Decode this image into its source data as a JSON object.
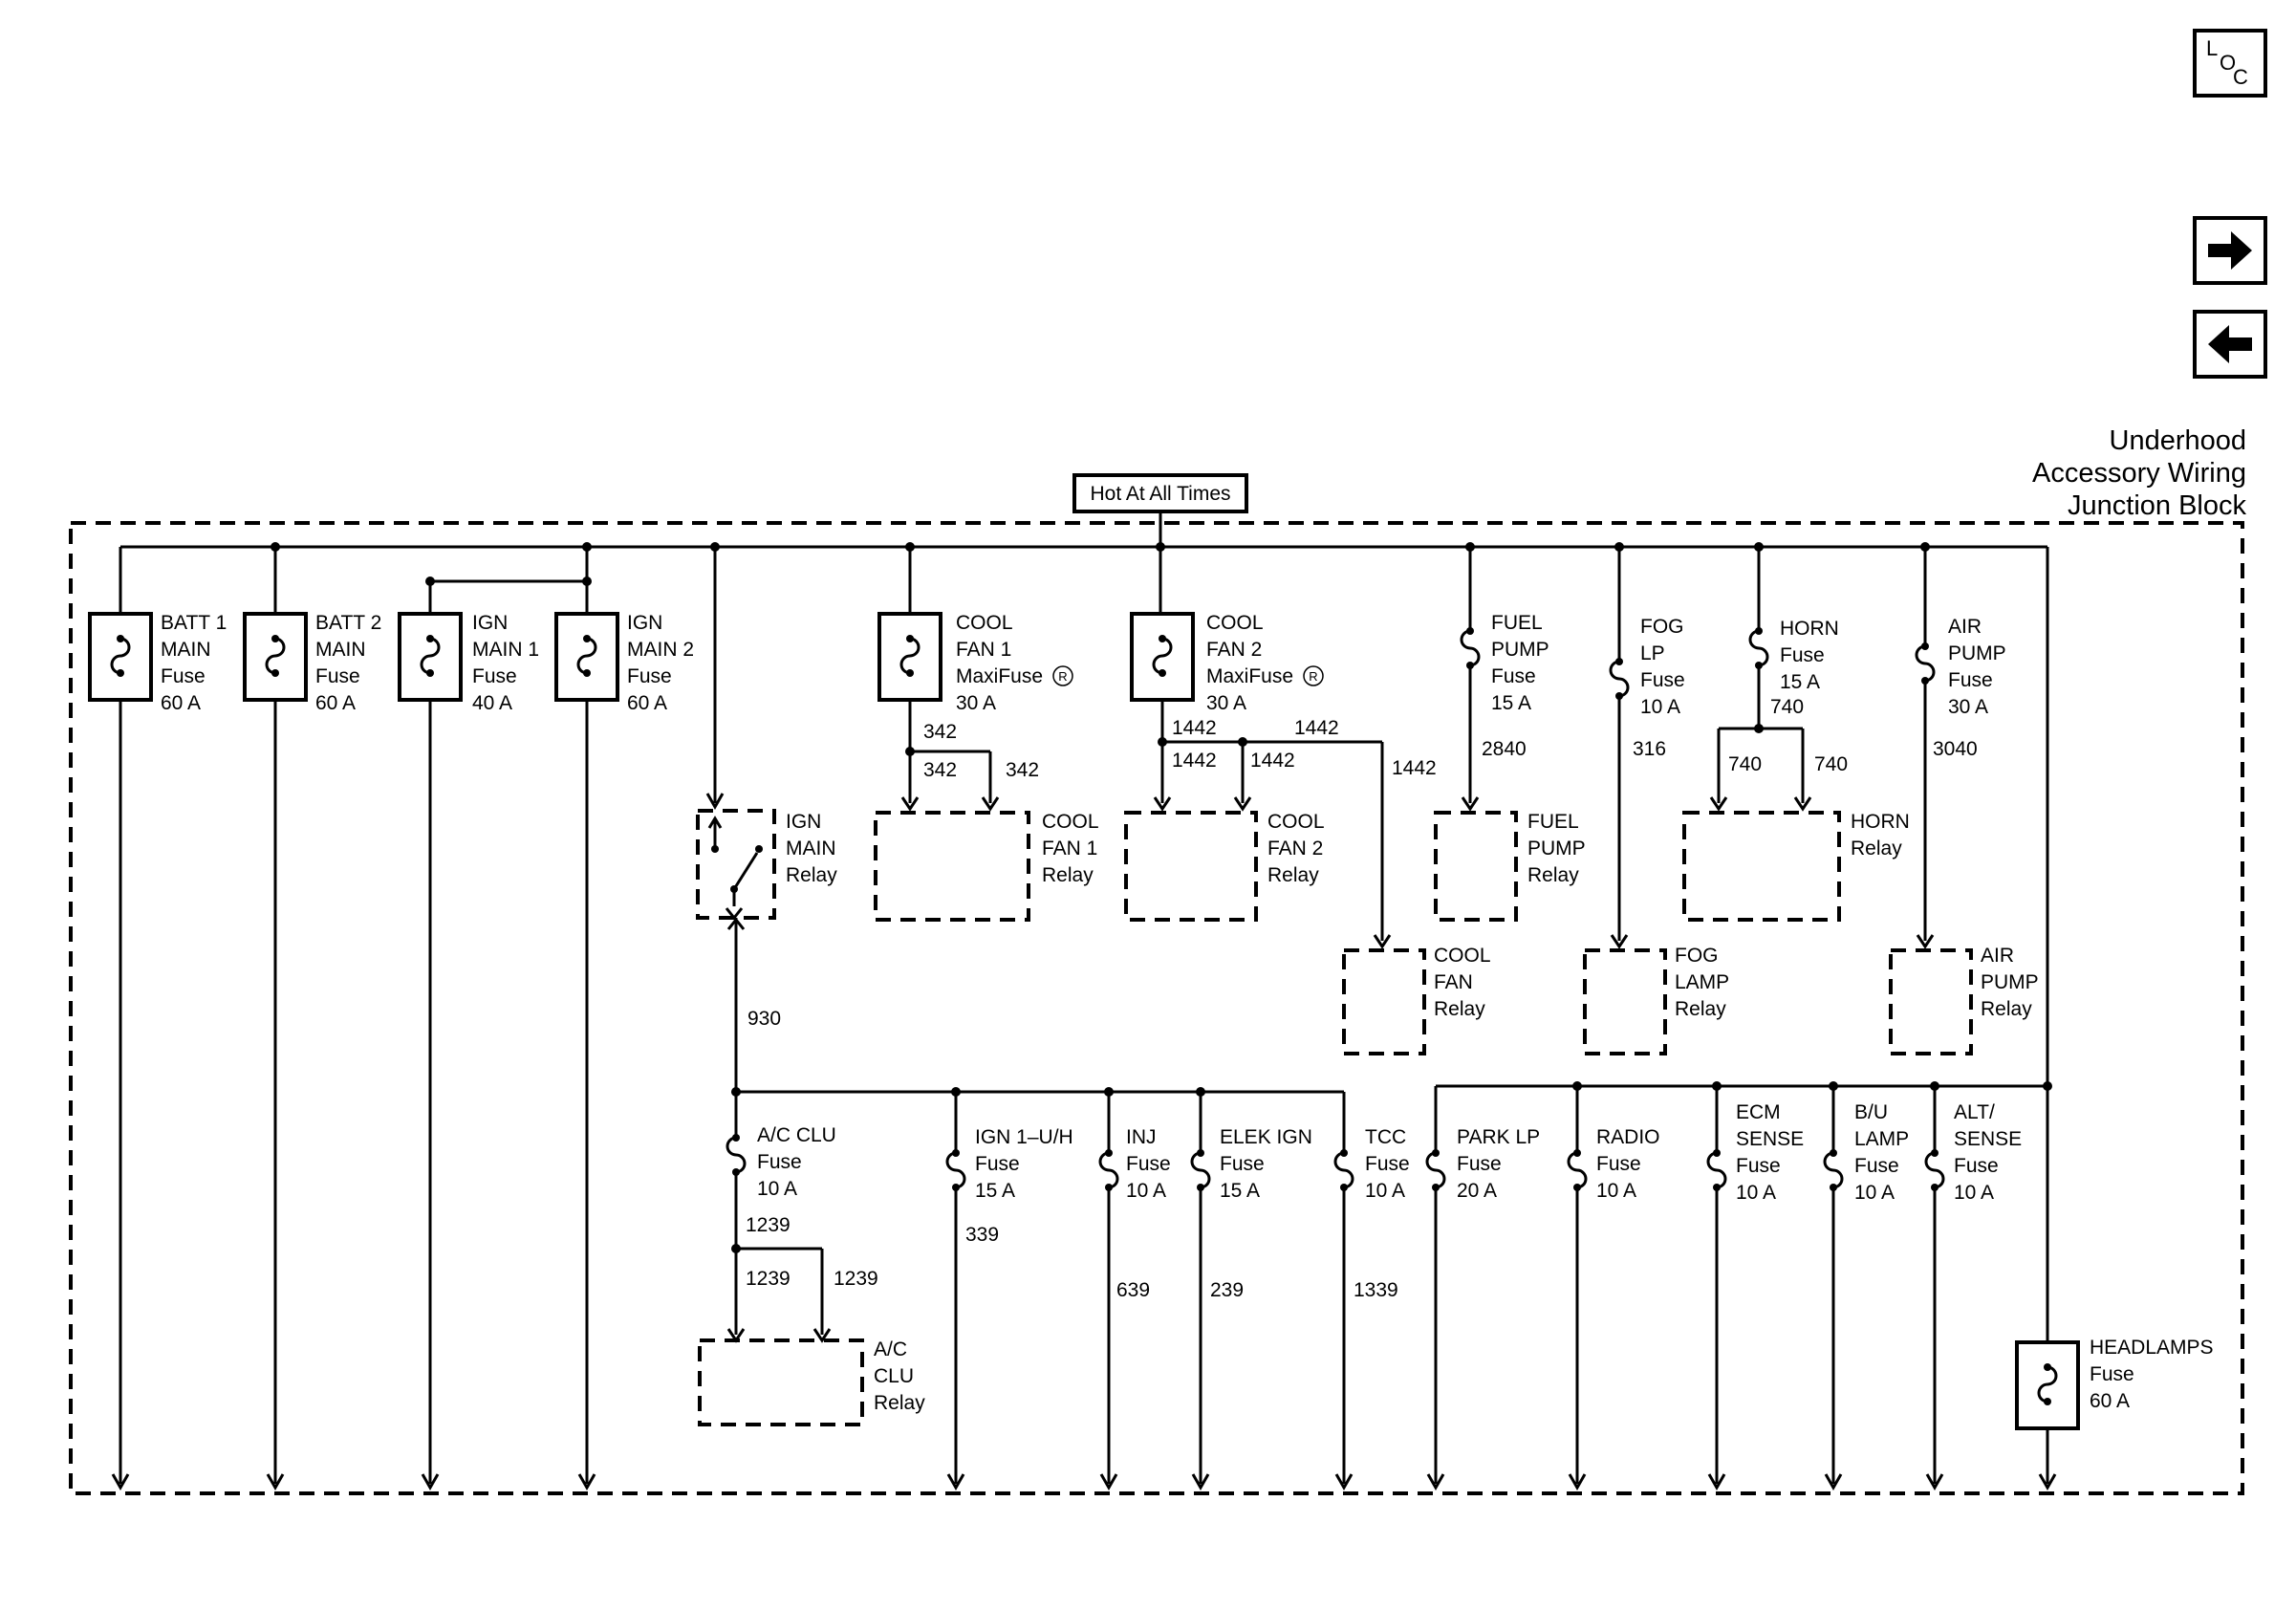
{
  "title": {
    "line1": "Underhood",
    "line2": "Accessory Wiring",
    "line3": "Junction Block"
  },
  "nav": {
    "loc_l": "L",
    "loc_o": "O",
    "loc_c": "C",
    "next_icon": "right-arrow",
    "prev_icon": "left-arrow"
  },
  "hot_label": "Hot At All Times",
  "maxi_fuses": [
    {
      "l1": "BATT 1",
      "l2": "MAIN",
      "l3": "Fuse",
      "l4": "60 A"
    },
    {
      "l1": "BATT 2",
      "l2": "MAIN",
      "l3": "Fuse",
      "l4": "60 A"
    },
    {
      "l1": "IGN",
      "l2": "MAIN 1",
      "l3": "Fuse",
      "l4": "40 A"
    },
    {
      "l1": "IGN",
      "l2": "MAIN 2",
      "l3": "Fuse",
      "l4": "60 A"
    },
    {
      "l1": "COOL",
      "l2": "FAN 1",
      "l3": "MaxiFuse",
      "l4": "30 A"
    },
    {
      "l1": "COOL",
      "l2": "FAN 2",
      "l3": "MaxiFuse",
      "l4": "30 A"
    },
    {
      "l1": "HEADLAMPS",
      "l2": "Fuse",
      "l3": "60 A"
    }
  ],
  "registered_mark": "R",
  "top_fuses": [
    {
      "l1": "FUEL",
      "l2": "PUMP",
      "l3": "Fuse",
      "l4": "15 A"
    },
    {
      "l1": "FOG",
      "l2": "LP",
      "l3": "Fuse",
      "l4": "10 A"
    },
    {
      "l1": "HORN",
      "l2": "Fuse",
      "l3": "15 A"
    },
    {
      "l1": "AIR",
      "l2": "PUMP",
      "l3": "Fuse",
      "l4": "30 A"
    }
  ],
  "bottom_fuses": [
    {
      "l1": "A/C CLU",
      "l2": "Fuse",
      "l3": "10 A"
    },
    {
      "l1": "IGN 1–U/H",
      "l2": "Fuse",
      "l3": "15 A"
    },
    {
      "l1": "INJ",
      "l2": "Fuse",
      "l3": "10 A"
    },
    {
      "l1": "ELEK IGN",
      "l2": "Fuse",
      "l3": "15 A"
    },
    {
      "l1": "TCC",
      "l2": "Fuse",
      "l3": "10 A"
    },
    {
      "l1": "PARK LP",
      "l2": "Fuse",
      "l3": "20 A"
    },
    {
      "l1": "RADIO",
      "l2": "Fuse",
      "l3": "10 A"
    },
    {
      "l1": "ECM",
      "l2": "SENSE",
      "l3": "Fuse",
      "l4": "10 A"
    },
    {
      "l1": "B/U",
      "l2": "LAMP",
      "l3": "Fuse",
      "l4": "10 A"
    },
    {
      "l1": "ALT/",
      "l2": "SENSE",
      "l3": "Fuse",
      "l4": "10 A"
    }
  ],
  "relays": [
    {
      "l1": "IGN",
      "l2": "MAIN",
      "l3": "Relay"
    },
    {
      "l1": "COOL",
      "l2": "FAN 1",
      "l3": "Relay"
    },
    {
      "l1": "COOL",
      "l2": "FAN 2",
      "l3": "Relay"
    },
    {
      "l1": "FUEL",
      "l2": "PUMP",
      "l3": "Relay"
    },
    {
      "l1": "HORN",
      "l2": "Relay"
    },
    {
      "l1": "COOL",
      "l2": "FAN",
      "l3": "Relay"
    },
    {
      "l1": "FOG",
      "l2": "LAMP",
      "l3": "Relay"
    },
    {
      "l1": "AIR",
      "l2": "PUMP",
      "l3": "Relay"
    },
    {
      "l1": "A/C",
      "l2": "CLU",
      "l3": "Relay"
    }
  ],
  "circuits": {
    "c342": "342",
    "c1442": "1442",
    "c2840": "2840",
    "c316": "316",
    "c740": "740",
    "c3040": "3040",
    "c930": "930",
    "c1239": "1239",
    "c339": "339",
    "c639": "639",
    "c239": "239",
    "c1339": "1339"
  }
}
